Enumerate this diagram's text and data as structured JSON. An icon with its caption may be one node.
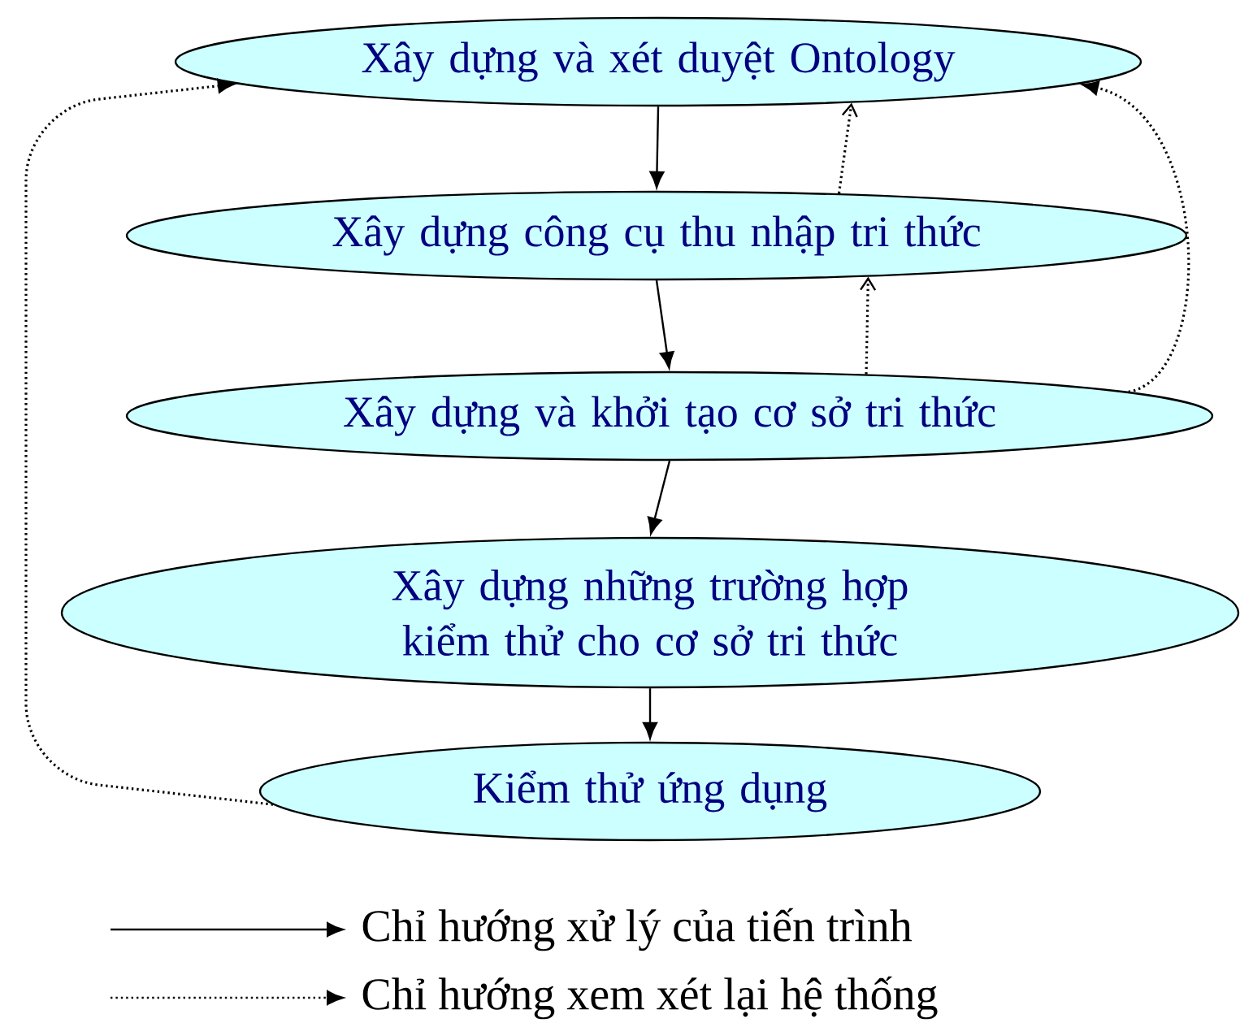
{
  "diagram": {
    "nodes": [
      {
        "text": [
          "Xây dựng và xét duyệt Ontology"
        ]
      },
      {
        "text": [
          "Xây dựng công cụ thu nhập tri thức"
        ]
      },
      {
        "text": [
          "Xây dựng và khởi tạo cơ sở tri thức"
        ]
      },
      {
        "text": [
          "Xây dựng những trường hợp kiểm thử cho cơ sở tri thức"
        ]
      },
      {
        "text": [
          "Kiểm thử ứng dụng"
        ]
      }
    ],
    "edges": [
      {
        "from": 0,
        "to": 1,
        "arrow": "to"
      },
      {
        "from": 1,
        "to": 2,
        "arrow": "to"
      },
      {
        "from": 2,
        "to": 3,
        "arrow": "to"
      },
      {
        "from": 3,
        "to": 4,
        "arrow": "to"
      },
      {
        "from": 1,
        "to": 0,
        "arrow": "to",
        "style": "dashed"
      },
      {
        "from": 2,
        "to": 1,
        "arrow": "to",
        "style": "dashed"
      },
      {
        "from": 2,
        "to": 0,
        "arrow": "to",
        "style": "dashed"
      },
      {
        "from": 4,
        "to": 0,
        "arrow": "to",
        "style": "dashed"
      }
    ],
    "legend": [
      {
        "text": "Chỉ hướng xử lý của tiến trình"
      },
      {
        "text": "Chỉ hướng xem xét lại hệ thống"
      }
    ]
  }
}
